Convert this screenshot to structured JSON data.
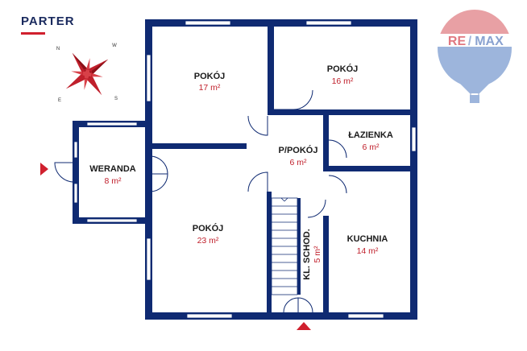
{
  "floor": {
    "title": "PARTER"
  },
  "rooms": [
    {
      "name": "POKÓJ",
      "area": "17 m²"
    },
    {
      "name": "POKÓJ",
      "area": "16 m²"
    },
    {
      "name": "ŁAZIENKA",
      "area": "6 m²"
    },
    {
      "name": "P/POKÓJ",
      "area": "6 m²"
    },
    {
      "name": "WERANDA",
      "area": "8 m²"
    },
    {
      "name": "POKÓJ",
      "area": "23 m²"
    },
    {
      "name": "KL. SCHOD.",
      "area": "5 m²"
    },
    {
      "name": "KUCHNIA",
      "area": "14 m²"
    }
  ],
  "compass": {
    "letters": [
      "N",
      "W",
      "S",
      "E"
    ]
  },
  "logo": {
    "text_left": "RE",
    "text_right": "MAX",
    "separator": "/"
  },
  "colors": {
    "wall": "#0f2a72",
    "accent": "#d0202e",
    "area_text": "#c0202c",
    "window": "#ffffff"
  }
}
